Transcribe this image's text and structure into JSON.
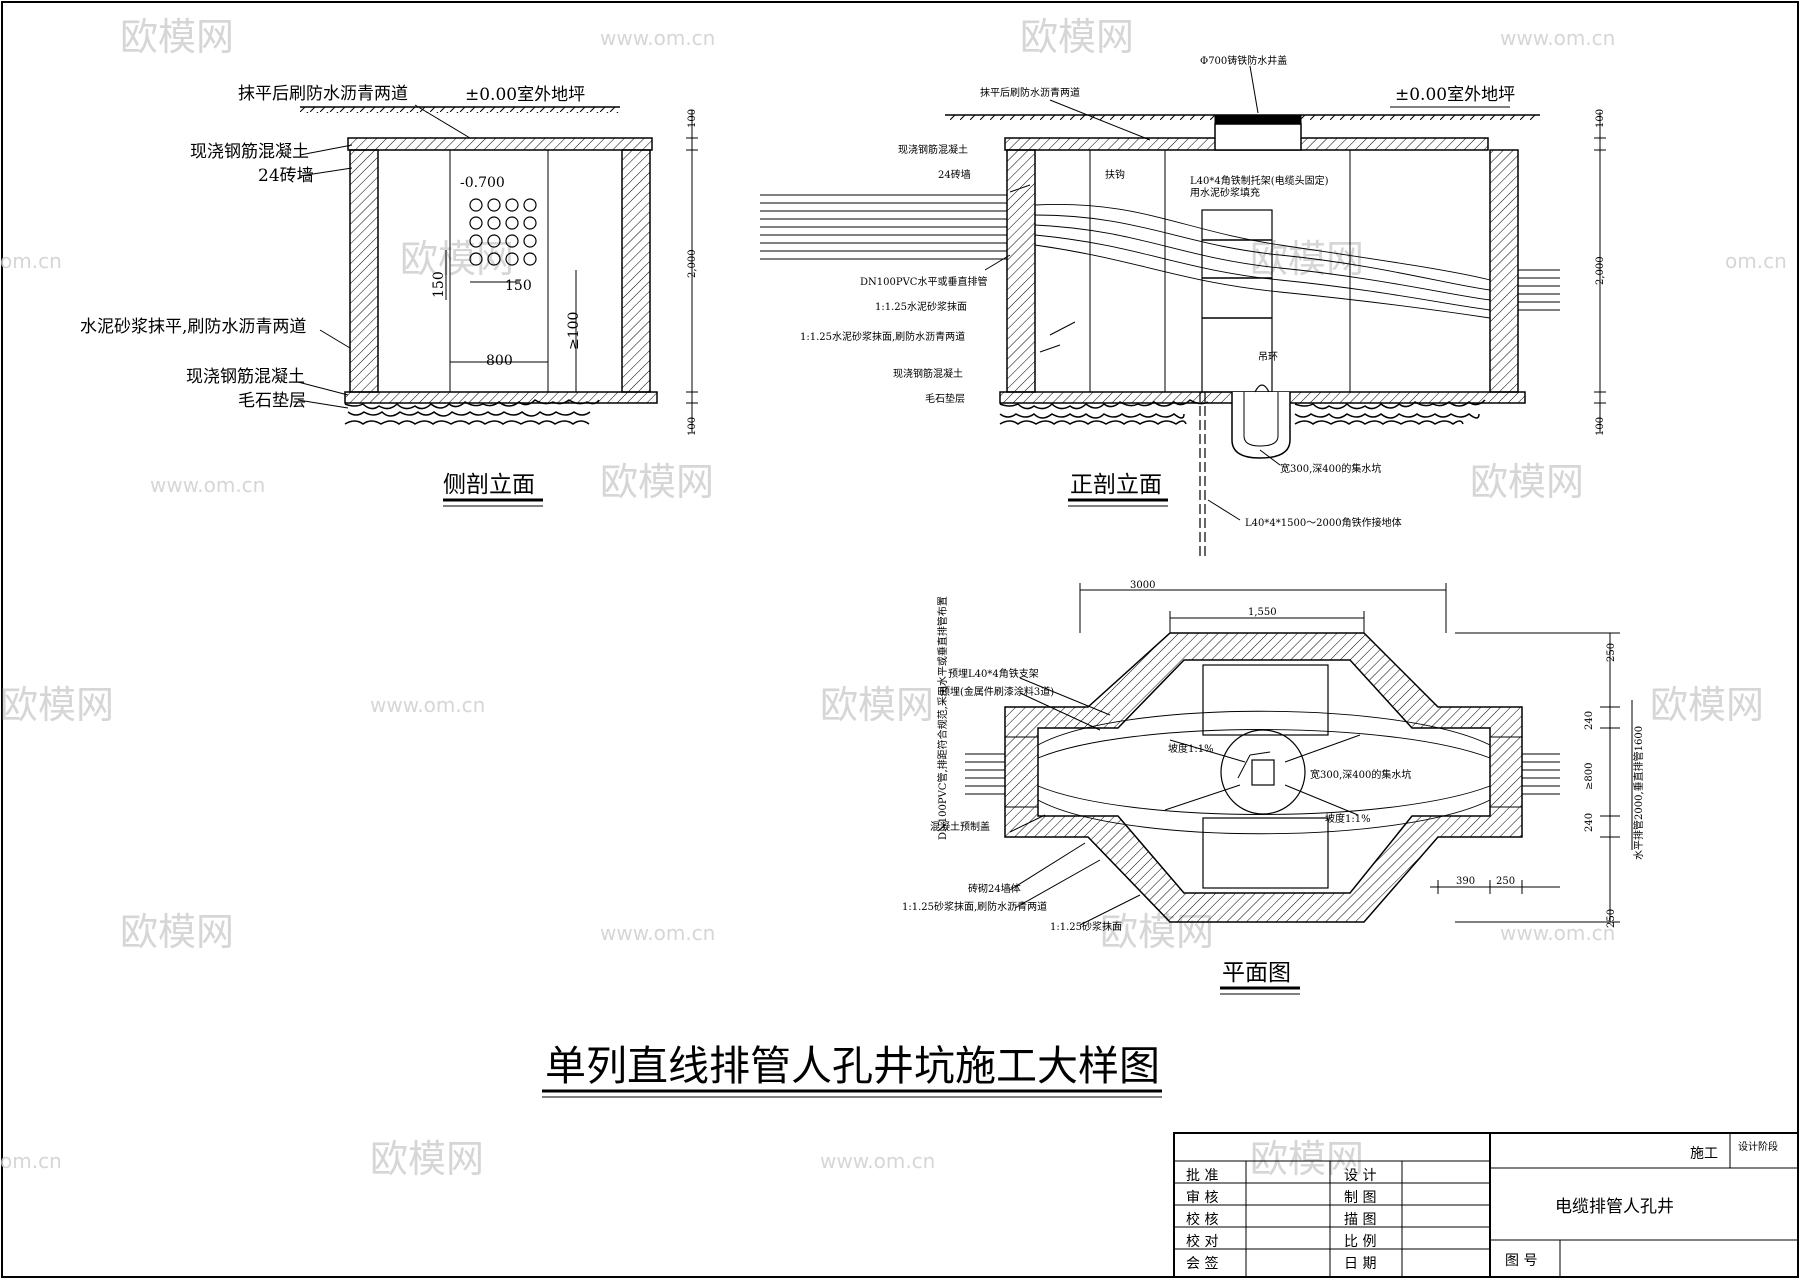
{
  "watermark": {
    "brand": "欧模网",
    "site": "www.om.cn",
    "site_short": "om.cn"
  },
  "side_section": {
    "title": "侧剖立面",
    "labels": {
      "top_coat": "抹平后刷防水沥青两道",
      "ground_level": "±0.00室外地坪",
      "top_slab": "现浇钢筋混凝土",
      "brick_wall": "24砖墙",
      "inner_finish": "水泥砂浆抹平,刷防水沥青两道",
      "bottom_slab": "现浇钢筋混凝土",
      "rubble_bed": "毛石垫层"
    },
    "dims": {
      "depth": "-0.700",
      "pitch_v": "150",
      "pitch_h": "150",
      "width": "800",
      "min_height": "≥100",
      "top": "100",
      "height": "2,000",
      "bottom": "100"
    }
  },
  "front_section": {
    "title": "正剖立面",
    "labels": {
      "manhole_cover": "Φ700铸铁防水井盖",
      "top_coat": "抹平后刷防水沥青两道",
      "ground_level": "±0.00室外地坪",
      "top_slab": "现浇钢筋混凝土",
      "brick_wall": "24砖墙",
      "step_iron": "扶钩",
      "bracket": "L40*4角铁制托架(电缆头固定)",
      "bracket_fill": "用水泥砂浆填充",
      "pipe": "DN100PVC水平或垂直排管",
      "mortar_face": "1:1.25水泥砂浆抹面",
      "waterproof": "1:1.25水泥砂浆抹面,刷防水沥青两道",
      "bottom_slab": "现浇钢筋混凝土",
      "rubble_bed": "毛石垫层",
      "lifting_ring": "吊环",
      "sump": "宽300,深400的集水坑",
      "ground_rod": "L40*4*1500～2000角铁作接地体"
    },
    "dims": {
      "top": "100",
      "height": "2,000",
      "bottom": "100"
    }
  },
  "plan": {
    "title": "平面图",
    "labels": {
      "bracket": "预埋L40*4角铁支架",
      "embed": "预埋(金属件刷漆涂料3道)",
      "pipe_note": "DN100PVC管,排距符合规范,采用水平或垂直排管布置",
      "concrete_cap": "混凝土预制盖",
      "brick_wall": "砖砌24墙体",
      "finish": "1:1.25砂浆抹面,刷防水沥青两道",
      "mortar": "1:1.25砂浆抹面",
      "slope1": "坡度1:1%",
      "slope2": "坡度1:1%",
      "sump": "宽300,深400的集水坑",
      "spacing_note": "水平排管2000,垂直排管1600"
    },
    "dims": {
      "overall": "3000",
      "inner": "1,550",
      "top_offset": "250",
      "wall_a": "240",
      "mid": "≥800",
      "wall_b": "240",
      "bottom_offset": "250",
      "left_seg": "390",
      "right_seg": "250"
    }
  },
  "drawing_title": "单列直线排管人孔井坑施工大样图",
  "title_block": {
    "left_roles": [
      "批 准",
      "审 核",
      "校 核",
      "校 对",
      "会 签"
    ],
    "right_roles": [
      "设 计",
      "制 图",
      "描 图",
      "比 例",
      "日 期"
    ],
    "project": "电缆排管人孔井",
    "stage_label": "设计阶段",
    "drawing_no_label": "图 号",
    "header_partial": "施工"
  }
}
